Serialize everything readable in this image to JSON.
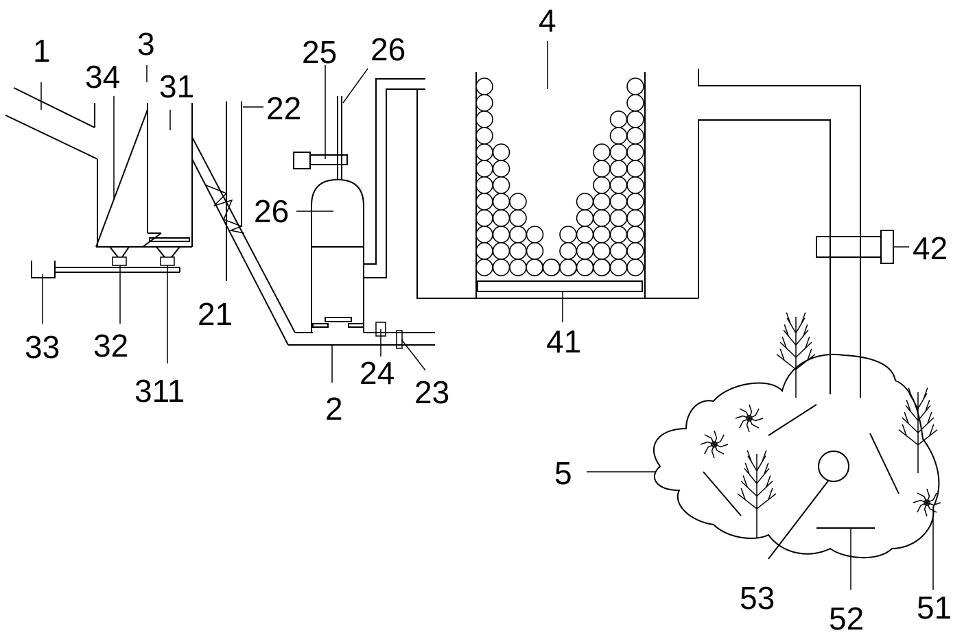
{
  "diagram": {
    "labels": {
      "l1": "1",
      "l2": "2",
      "l3": "3",
      "l4": "4",
      "l5": "5",
      "l21": "21",
      "l22": "22",
      "l23": "23",
      "l24": "24",
      "l25": "25",
      "l26a": "26",
      "l26b": "26",
      "l31": "31",
      "l311": "311",
      "l32": "32",
      "l33": "33",
      "l34": "34",
      "l41": "41",
      "l42": "42",
      "l51": "51",
      "l52": "52",
      "l53": "53"
    }
  }
}
